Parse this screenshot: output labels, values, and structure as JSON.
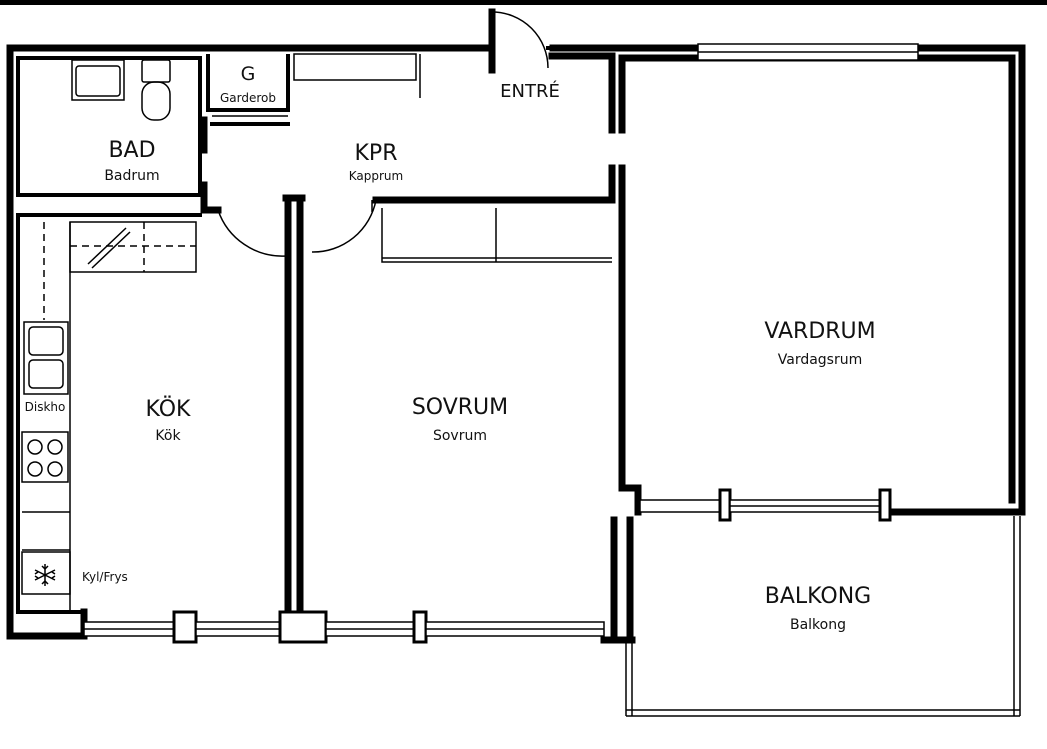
{
  "rooms": {
    "bad": {
      "title": "BAD",
      "subtitle": "Badrum"
    },
    "garderob": {
      "title": "G",
      "subtitle": "Garderob"
    },
    "entre": {
      "title": "ENTRÉ"
    },
    "kpr": {
      "title": "KPR",
      "subtitle": "Kapprum"
    },
    "kok": {
      "title": "KÖK",
      "subtitle": "Kök"
    },
    "sovrum": {
      "title": "SOVRUM",
      "subtitle": "Sovrum"
    },
    "vardrum": {
      "title": "VARDRUM",
      "subtitle": "Vardagsrum"
    },
    "balkong": {
      "title": "BALKONG",
      "subtitle": "Balkong"
    }
  },
  "fixtures": {
    "diskho": "Diskho",
    "kylfrys": "Kyl/Frys"
  },
  "icons": {
    "snowflake": "snowflake-icon"
  },
  "colors": {
    "wall": "#000000",
    "background": "#ffffff"
  }
}
